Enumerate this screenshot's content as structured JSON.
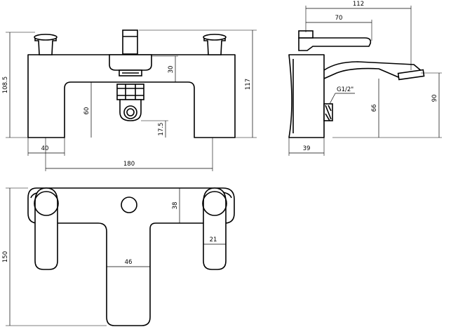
{
  "dimensions": {
    "front_height_total": "108.5",
    "front_outlet_height": "30",
    "front_body_height": "117",
    "front_arch_height": "60",
    "front_connector_height": "17.5",
    "front_leg_width": "40",
    "front_centres": "180",
    "side_overall_projection": "112",
    "side_lever_projection": "70",
    "side_thread_label": "G1/2\"",
    "side_spout_height": "66",
    "side_overall_height": "90",
    "side_body_depth": "39",
    "plan_lever_offset": "38",
    "plan_lever_width": "21",
    "plan_depth": "150",
    "plan_stem_width": "46"
  }
}
